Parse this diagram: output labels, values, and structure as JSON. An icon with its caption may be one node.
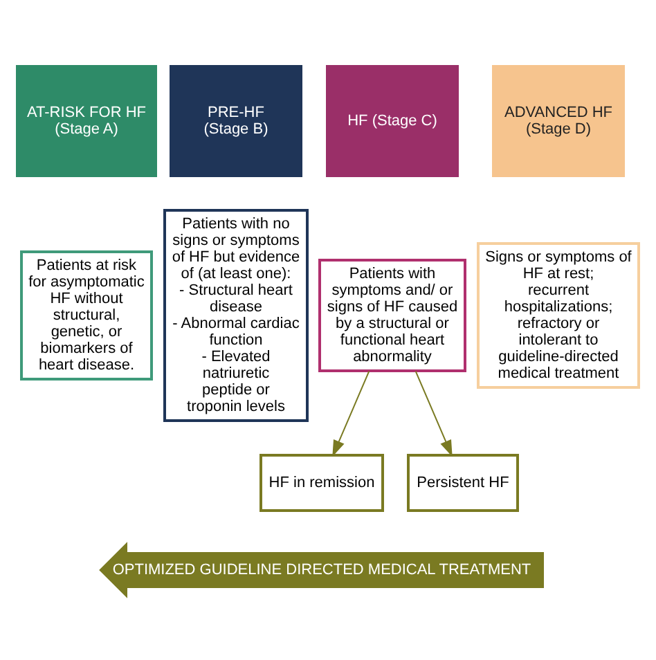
{
  "diagram": {
    "nodes": [
      {
        "text": [
          "AT-RISK FOR HF",
          "(Stage A)"
        ]
      },
      {
        "text": [
          "PRE-HF",
          "(Stage B)"
        ]
      },
      {
        "text": [
          "HF (Stage C)"
        ]
      },
      {
        "text": [
          "ADVANCED HF",
          "(Stage D)"
        ]
      },
      {
        "text": [
          "Patients at risk for asymptomatic HF without structural, genetic, or biomarkers of heart disease."
        ]
      },
      {
        "text": [
          "Patients with no signs or symptoms of HF but evidence of (at least one): - Structural heart disease - Abnormal cardiac function - Elevated natriuretic peptide or troponin levels"
        ]
      },
      {
        "text": [
          "Patients with symptoms and/ or signs of HF caused by a structural or functional heart abnormality"
        ]
      },
      {
        "text": [
          "Signs or symptoms of HF at rest; recurrent hospitalizations; refractory or intolerant to guideline-directed medical treatment"
        ]
      },
      {
        "text": [
          "HF in remission"
        ]
      },
      {
        "text": [
          "Persistent HF"
        ]
      },
      {
        "text": [
          "OPTIMIZED GUIDELINE DIRECTED MEDICAL TREATMENT"
        ]
      }
    ],
    "edges": [
      {
        "from": 6,
        "to": 8,
        "arrow": "to",
        "color": "#7a7a22"
      },
      {
        "from": 6,
        "to": 9,
        "arrow": "to",
        "color": "#7a7a22"
      }
    ]
  }
}
